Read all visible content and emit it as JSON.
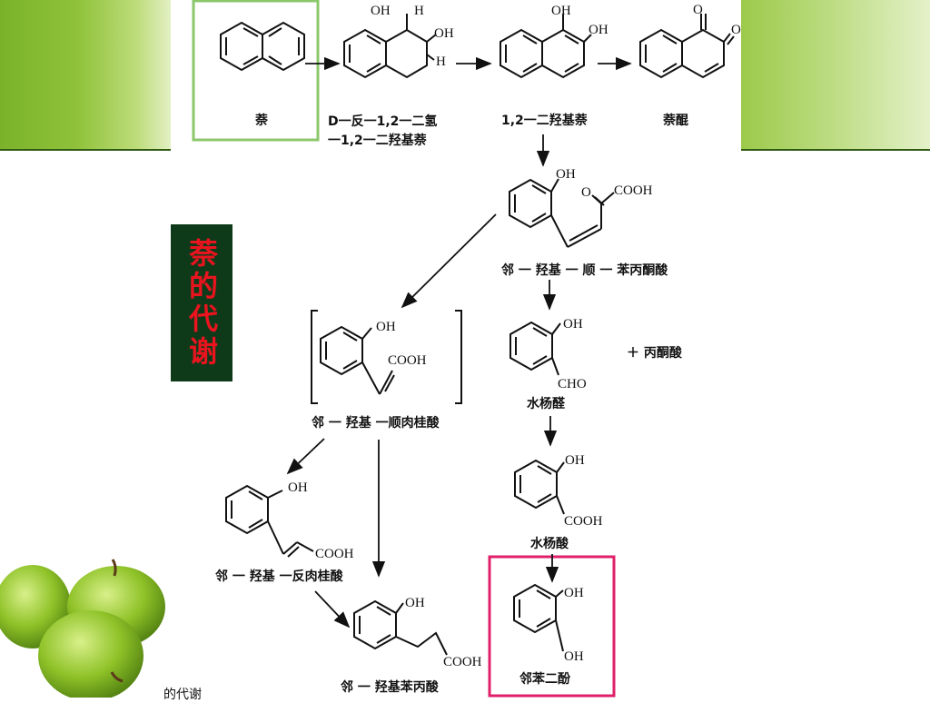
{
  "slide": {
    "title": "萘的代谢",
    "footer_text": "的代谢"
  },
  "compounds": {
    "naphthalene": "萘",
    "dihydrodiol_line1": "D一反一1,2一二氢",
    "dihydrodiol_line2": "一1,2一二羟基萘",
    "dihydroxynaphthalene": "1,2一二羟基萘",
    "naphthoquinone": "萘醌",
    "hydroxybenzalpyruvate": "邻 一 羟基 一 顺 一 苯丙酮酸",
    "cis_hydroxycinnamic": "邻 一 羟基 一顺肉桂酸",
    "salicylaldehyde": "水杨醛",
    "pyruvate": "＋ 丙酮酸",
    "salicylic_acid": "水杨酸",
    "trans_hydroxycinnamic": "邻 一 羟基 一反肉桂酸",
    "hydroxyphenylpropionic": "邻 一 羟基苯丙酸",
    "catechol": "邻苯二酚"
  },
  "atoms": {
    "oh": "OH",
    "h": "H",
    "o": "O",
    "cooh": "COOH",
    "cho": "CHO"
  },
  "colors": {
    "naphthalene_box": "#8cc76c",
    "catechol_box": "#e0206a",
    "title_bg": "#0e3a1a",
    "title_text": "#e8141e"
  }
}
